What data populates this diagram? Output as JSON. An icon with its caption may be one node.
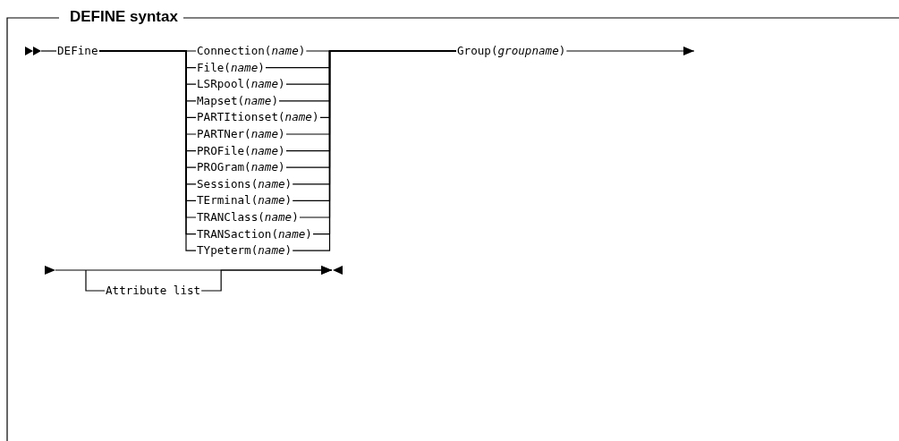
{
  "diagram": {
    "title": "DEFINE syntax",
    "nodes": [
      {
        "text": [
          "DEFine"
        ]
      },
      {
        "text": [
          "Connection(*name*)"
        ]
      },
      {
        "text": [
          "File(*name*)"
        ]
      },
      {
        "text": [
          "LSRpool(*name*)"
        ]
      },
      {
        "text": [
          "Mapset(*name*)"
        ]
      },
      {
        "text": [
          "PARTItionset(*name*)"
        ]
      },
      {
        "text": [
          "PARTNer(*name*)"
        ]
      },
      {
        "text": [
          "PROFile(*name*)"
        ]
      },
      {
        "text": [
          "PROGram(*name*)"
        ]
      },
      {
        "text": [
          "Sessions(*name*)"
        ]
      },
      {
        "text": [
          "TErminal(*name*)"
        ]
      },
      {
        "text": [
          "TRANClass(*name*)"
        ]
      },
      {
        "text": [
          "TRANSaction(*name*)"
        ]
      },
      {
        "text": [
          "TYpeterm(*name*)"
        ]
      },
      {
        "text": [
          "Group(*groupname*)"
        ]
      },
      {
        "text": [
          "Attribute list"
        ]
      }
    ],
    "edges": [
      {
        "from": null,
        "to": 0,
        "arrow": "other"
      },
      {
        "from": 0,
        "to": 1,
        "arrow": "none"
      },
      {
        "from": 0,
        "to": 2,
        "arrow": "none"
      },
      {
        "from": 0,
        "to": 3,
        "arrow": "none"
      },
      {
        "from": 0,
        "to": 4,
        "arrow": "none"
      },
      {
        "from": 0,
        "to": 5,
        "arrow": "none"
      },
      {
        "from": 0,
        "to": 6,
        "arrow": "none"
      },
      {
        "from": 0,
        "to": 7,
        "arrow": "none"
      },
      {
        "from": 0,
        "to": 8,
        "arrow": "none"
      },
      {
        "from": 0,
        "to": 9,
        "arrow": "none"
      },
      {
        "from": 0,
        "to": 10,
        "arrow": "none"
      },
      {
        "from": 0,
        "to": 11,
        "arrow": "none"
      },
      {
        "from": 0,
        "to": 12,
        "arrow": "none"
      },
      {
        "from": 0,
        "to": 13,
        "arrow": "none"
      },
      {
        "from": 1,
        "to": 14,
        "arrow": "none"
      },
      {
        "from": 2,
        "to": 14,
        "arrow": "none"
      },
      {
        "from": 3,
        "to": 14,
        "arrow": "none"
      },
      {
        "from": 4,
        "to": 14,
        "arrow": "none"
      },
      {
        "from": 5,
        "to": 14,
        "arrow": "none"
      },
      {
        "from": 6,
        "to": 14,
        "arrow": "none"
      },
      {
        "from": 7,
        "to": 14,
        "arrow": "none"
      },
      {
        "from": 8,
        "to": 14,
        "arrow": "none"
      },
      {
        "from": 9,
        "to": 14,
        "arrow": "none"
      },
      {
        "from": 10,
        "to": 14,
        "arrow": "none"
      },
      {
        "from": 11,
        "to": 14,
        "arrow": "none"
      },
      {
        "from": 12,
        "to": 14,
        "arrow": "none"
      },
      {
        "from": 13,
        "to": 14,
        "arrow": "none"
      },
      {
        "from": 14,
        "to": null,
        "arrow": "to"
      },
      {
        "from": null,
        "to": 15,
        "arrow": "none"
      },
      {
        "from": 15,
        "to": null,
        "arrow": "to"
      }
    ]
  }
}
